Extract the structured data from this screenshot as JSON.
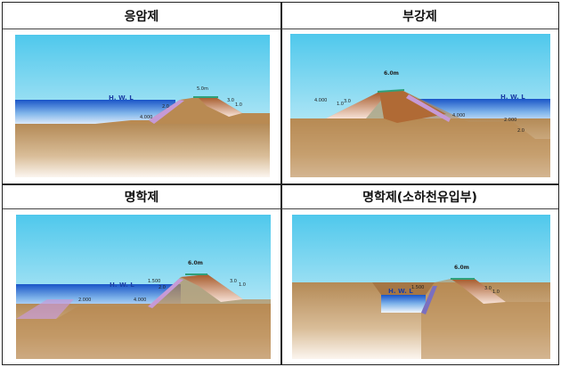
{
  "panels": [
    {
      "title": "응암제",
      "hwl": "H. W. L",
      "crest": "5.0m",
      "slope_a": "3.0",
      "slope_b": "1.0",
      "berm": "4.000",
      "slope_c": "2.0"
    },
    {
      "title": "부강제",
      "hwl": "H. W. L",
      "crest": "6.0m",
      "slope_a": "3.0",
      "slope_b": "1.0",
      "berm": "4.000",
      "berm2": "4.000",
      "berm3": "2.000",
      "slope_c": "2.0"
    },
    {
      "title": "명학제",
      "hwl": "H. W. L",
      "crest": "6.0m",
      "slope_a": "3.0",
      "slope_b": "1.0",
      "berm": "4.000",
      "berm2": "2.000",
      "slope_c": "2.0",
      "elev": "1.500"
    },
    {
      "title": "명학제(소하천유입부)",
      "hwl": "H. W. L",
      "crest": "6.0m",
      "slope_a": "3.0",
      "slope_b": "1.0",
      "elev": "1.500"
    }
  ]
}
